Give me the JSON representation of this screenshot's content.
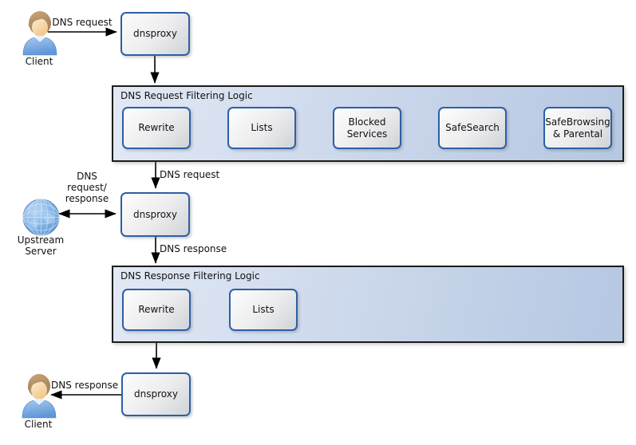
{
  "palette": {
    "node_border": "#2d5fa6",
    "node_fill_light": "#fdfdfd",
    "node_fill_dark": "#cfd3d7",
    "container_fill_light": "#e2e9f5",
    "container_fill_dark": "#b5c7e2",
    "container_border": "#1c1c1c",
    "arrow_color": "#000000",
    "text_color": "#111111"
  },
  "nodes": {
    "client_top": {
      "label": "Client"
    },
    "client_bottom": {
      "label": "Client"
    },
    "upstream": {
      "lines": [
        "Upstream",
        "Server"
      ]
    },
    "dnsproxy_top": {
      "label": "dnsproxy"
    },
    "dnsproxy_mid": {
      "label": "dnsproxy"
    },
    "dnsproxy_bottom": {
      "label": "dnsproxy"
    }
  },
  "containers": {
    "request": {
      "title": "DNS Request Filtering Logic",
      "boxes": [
        {
          "label": "Rewrite"
        },
        {
          "label": "Lists"
        },
        {
          "label": "Blocked\nServices"
        },
        {
          "label": "SafeSearch"
        },
        {
          "label": "SafeBrowsing\n& Parental"
        }
      ]
    },
    "response": {
      "title": "DNS Response Filtering Logic",
      "boxes": [
        {
          "label": "Rewrite"
        },
        {
          "label": "Lists"
        }
      ]
    }
  },
  "edge_labels": {
    "client_request": "DNS request",
    "proxy_to_request_filter": "DNS request",
    "upstream_lines": [
      "DNS",
      "request/",
      "response"
    ],
    "proxy_to_response_filter": "DNS response",
    "proxy_to_client": "DNS response"
  }
}
